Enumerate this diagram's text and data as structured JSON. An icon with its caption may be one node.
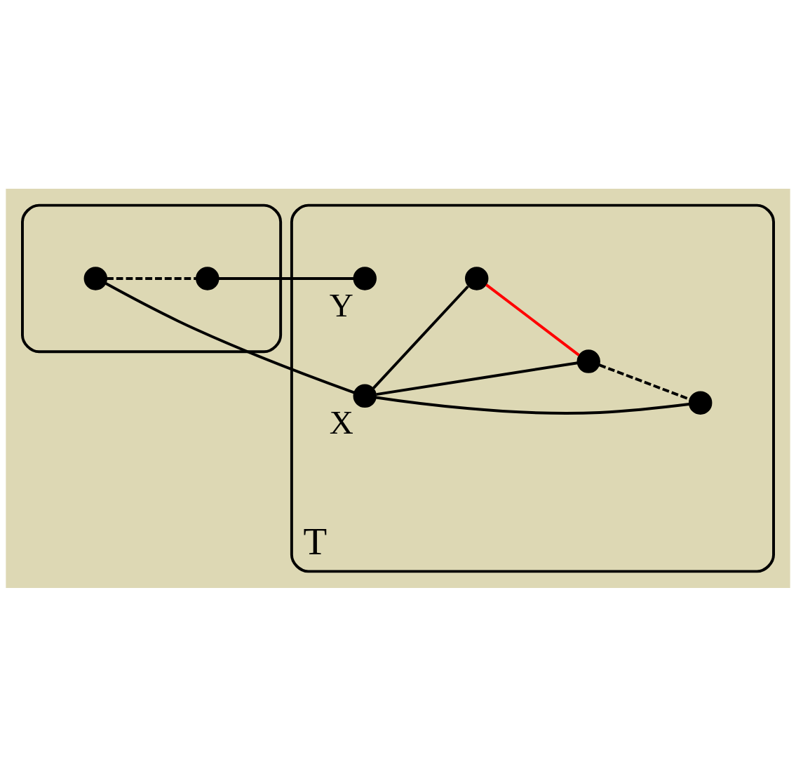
{
  "diagram": {
    "nodes": [
      {
        "text": [
          "T"
        ]
      },
      {
        "text": [],
        "shape": "circle",
        "beside": [
          "X"
        ],
        "in": 0
      },
      {
        "text": [],
        "shape": "circle",
        "in": 0
      },
      {
        "text": [],
        "shape": "circle",
        "in": 0
      },
      {
        "text": [],
        "shape": "circle",
        "in": 0
      },
      {
        "text": [],
        "shape": "circle",
        "beside": [
          "Y"
        ],
        "in": 0
      },
      {
        "text": [],
        "shape": "ellipse"
      },
      {
        "text": [],
        "shape": "circle",
        "in": 6
      },
      {
        "text": [],
        "shape": "circle",
        "in": 6
      }
    ],
    "edges": [
      {
        "from": 1,
        "to": 7,
        "arrow": "none"
      },
      {
        "from": 1,
        "to": 2,
        "arrow": "none"
      },
      {
        "from": 1,
        "to": 3,
        "arrow": "none"
      },
      {
        "from": 1,
        "to": 4,
        "arrow": "none"
      },
      {
        "from": 4,
        "to": 3,
        "arrow": "none",
        "color": "#ff0000"
      },
      {
        "from": 3,
        "to": 2,
        "arrow": "none",
        "style": "dashed"
      },
      {
        "from": 7,
        "to": 8,
        "arrow": "none",
        "style": "dashed"
      },
      {
        "from": 8,
        "to": 5,
        "arrow": "none"
      }
    ]
  }
}
